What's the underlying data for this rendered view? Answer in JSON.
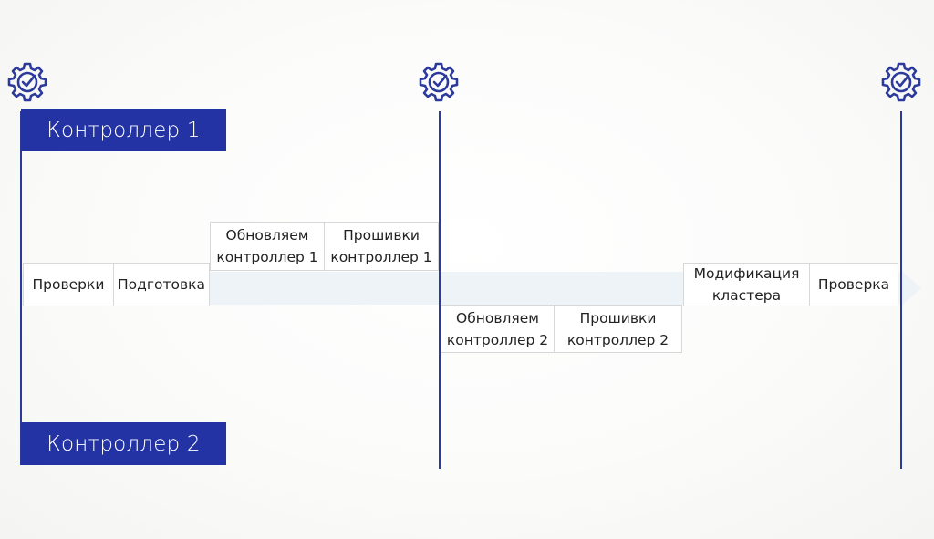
{
  "lanes": {
    "controller1": "Контроллер 1",
    "controller2": "Контроллер 2"
  },
  "steps": {
    "checks": "Проверки",
    "prep": "Подготовка",
    "update1": "Обновляем\nконтроллер 1",
    "firmware1": "Прошивки\nконтроллер 1",
    "update2": "Обновляем\nконтроллер 2",
    "firmware2": "Прошивки\nконтроллер 2",
    "cluster": "Модификация\nкластера",
    "check": "Проверка"
  },
  "icons": {
    "milestone": "gear-check-icon"
  },
  "colors": {
    "accent": "#2333a3",
    "line": "#2c3a9b",
    "timeline_arrow": "#eef3f8",
    "box_border": "#d7d7d7"
  }
}
